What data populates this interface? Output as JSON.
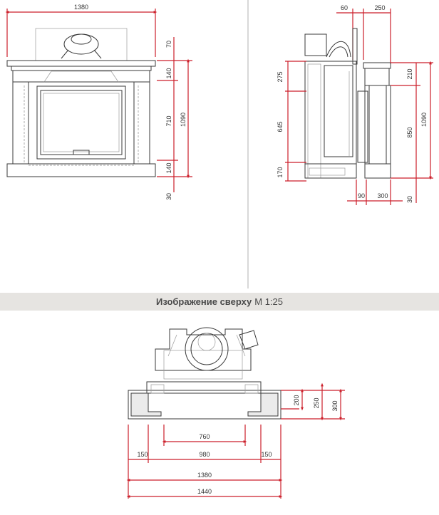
{
  "top_view_title": "Изображение сверху",
  "top_view_scale": "М 1:25",
  "front_view": {
    "width": "1380",
    "heights": [
      "70",
      "140",
      "710",
      "140",
      "30"
    ],
    "total_height": "1090"
  },
  "side_view": {
    "top_dims": [
      "60",
      "250"
    ],
    "left_dims": [
      "275",
      "645",
      "170"
    ],
    "right_dims": [
      "210",
      "850",
      "1090"
    ],
    "bottom_dims": [
      "90",
      "300",
      "30"
    ]
  },
  "plan_view": {
    "right_dims": [
      "200",
      "250",
      "300"
    ],
    "bottom_dims": [
      "760",
      "150",
      "980",
      "150",
      "1380",
      "1440"
    ]
  },
  "colors": {
    "dimension": "#cc1f2a",
    "band": "#e6e4e1"
  }
}
